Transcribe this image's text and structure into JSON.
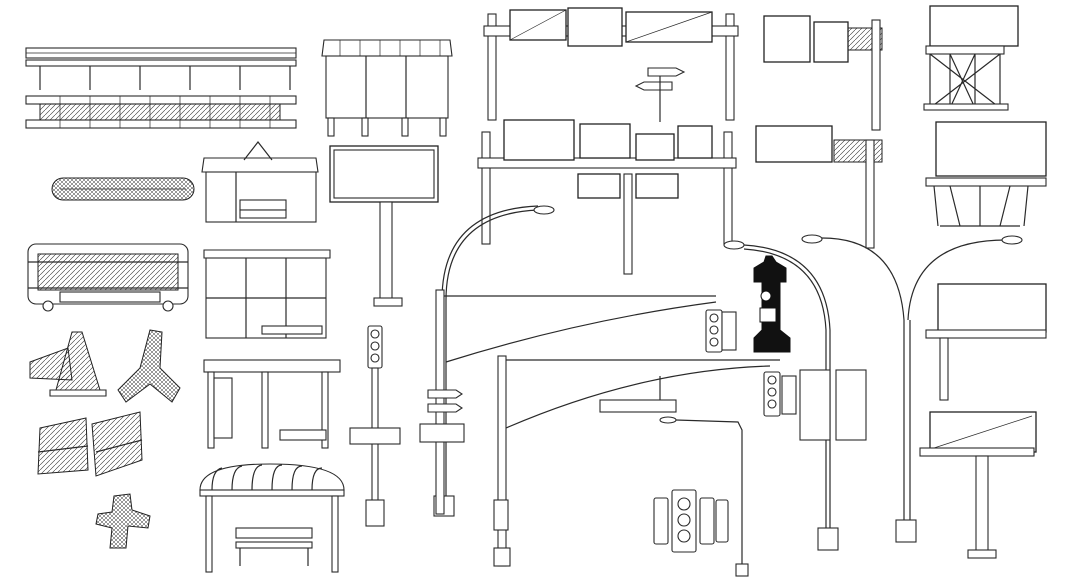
{
  "scene": {
    "background_color": "#ffffff",
    "line_color": "#2a2a2a",
    "fill_color": "#ffffff",
    "hydrant_color": "#111111"
  },
  "objects": [
    "guardrail",
    "drainage-pipe",
    "bus-shelter-with-bench",
    "jersey-barrier",
    "traffic-cones",
    "tetrapod",
    "concrete-barriers",
    "anchor-block",
    "covered-walkway-shelter",
    "billboard-on-pole",
    "glass-bus-shelter",
    "open-bus-shelter",
    "arched-bus-shelter",
    "traffic-signal-pole",
    "directional-signpost",
    "overhead-sign-gantries",
    "street-lights",
    "mast-arm-traffic-signals",
    "fire-hydrant",
    "billboard-towers",
    "traffic-signal-cluster"
  ]
}
